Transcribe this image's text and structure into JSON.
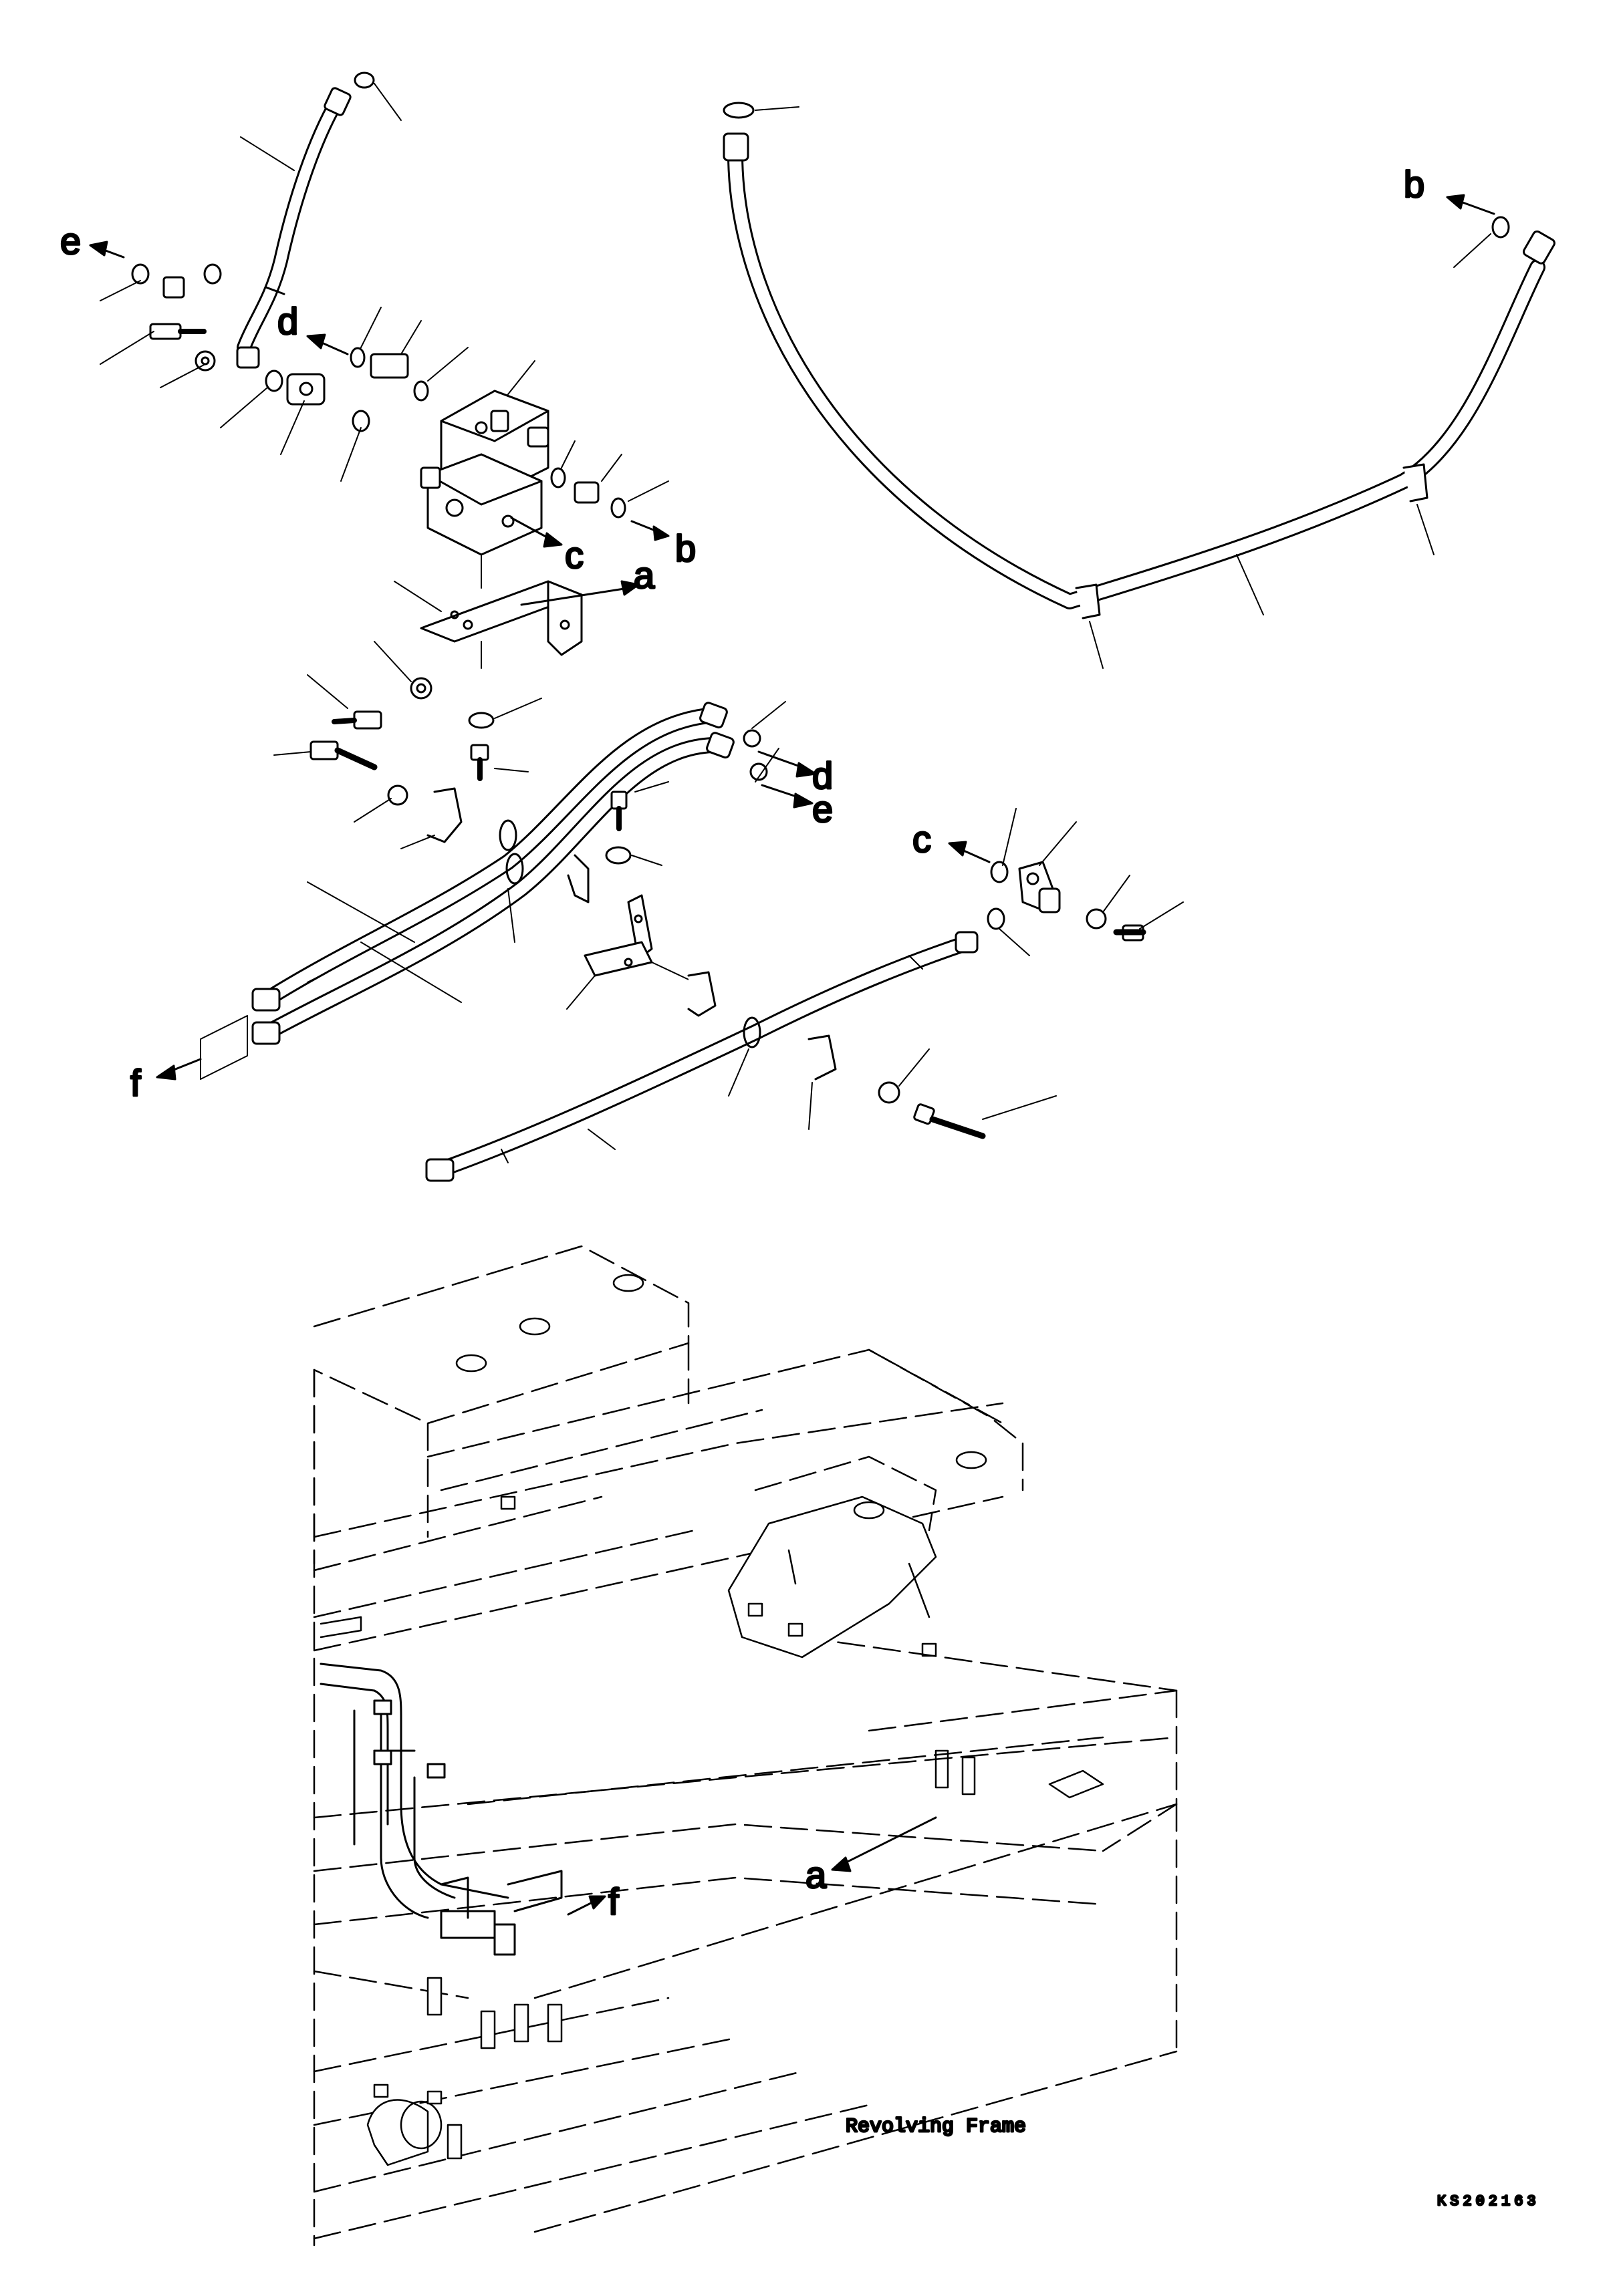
{
  "callouts": {
    "a": "a",
    "b": "b",
    "c": "c",
    "d": "d",
    "e": "e",
    "f": "f"
  },
  "caption": "Revolving Frame",
  "drawing_code": "KS202163"
}
